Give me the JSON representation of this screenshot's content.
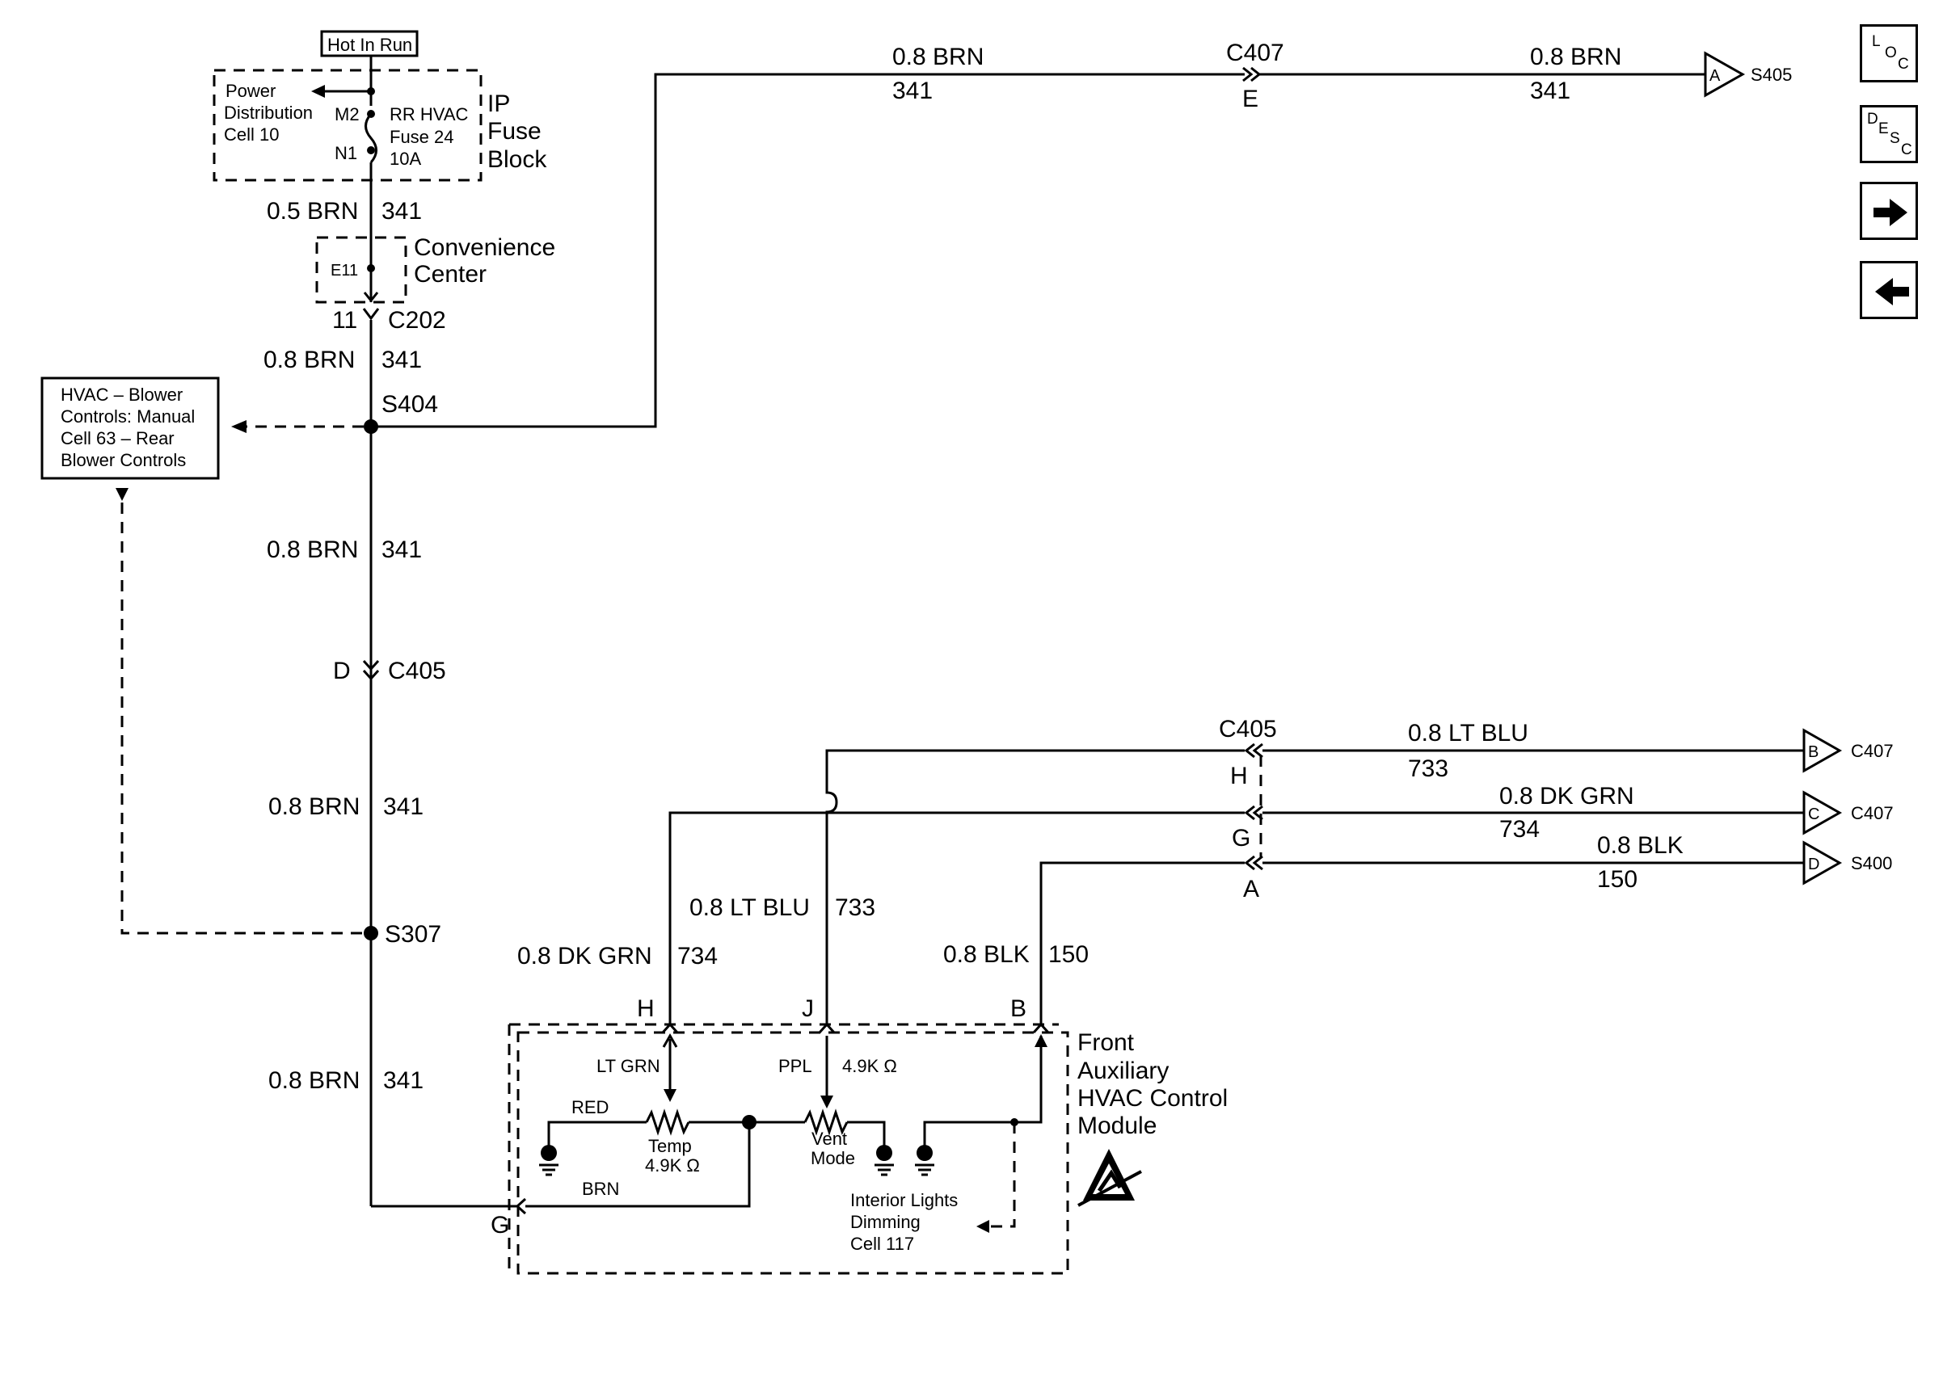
{
  "hot_in_run": "Hot In Run",
  "pdc": [
    "Power",
    "Distribution",
    "Cell 10"
  ],
  "fuse_pins": {
    "top": "M2",
    "bottom": "N1"
  },
  "fuse": [
    "RR HVAC",
    "Fuse  24",
    "10A"
  ],
  "fuse_block": [
    "IP",
    "Fuse",
    "Block"
  ],
  "conv_center": {
    "pin": "E11",
    "name": [
      "Convenience",
      "Center"
    ]
  },
  "c202": {
    "pin": "11",
    "name": "C202"
  },
  "splices": {
    "s404": "S404",
    "s307": "S307"
  },
  "c405_main": {
    "pin": "D",
    "name": "C405"
  },
  "wire_labels": {
    "w1": {
      "gauge": "0.5 BRN",
      "circuit": "341"
    },
    "w2": {
      "gauge": "0.8 BRN",
      "circuit": "341"
    },
    "w3": {
      "gauge": "0.8 BRN",
      "circuit": "341"
    },
    "w4": {
      "gauge": "0.8 BRN",
      "circuit": "341"
    },
    "w5": {
      "gauge": "0.8 BRN",
      "circuit": "341"
    },
    "top_left": {
      "gauge": "0.8 BRN",
      "circuit": "341"
    },
    "top_right": {
      "gauge": "0.8 BRN",
      "circuit": "341"
    },
    "lt_blu_right": {
      "gauge": "0.8 LT BLU",
      "circuit": "733"
    },
    "dk_grn_right": {
      "gauge": "0.8 DK GRN",
      "circuit": "734"
    },
    "blk_right": {
      "gauge": "0.8 BLK",
      "circuit": "150"
    },
    "dk_grn_down": {
      "gauge": "0.8 DK GRN",
      "circuit": "734"
    },
    "lt_blu_down": {
      "gauge": "0.8 LT BLU",
      "circuit": "733"
    },
    "blk_down": {
      "gauge": "0.8 BLK",
      "circuit": "150"
    }
  },
  "hvac_blower": [
    "HVAC – Blower",
    "Controls: Manual",
    "Cell 63  – Rear",
    "Blower Controls"
  ],
  "c407_top": {
    "name": "C407",
    "pin": "E"
  },
  "offpage": {
    "s405": {
      "letter": "A",
      "label": "S405"
    },
    "c407_b": {
      "letter": "B",
      "label": "C407"
    },
    "c407_c": {
      "letter": "C",
      "label": "C407"
    },
    "s400": {
      "letter": "D",
      "label": "S400"
    }
  },
  "c405_right": {
    "name": "C405",
    "pins": [
      "H",
      "G",
      "A"
    ]
  },
  "module": {
    "pins": {
      "h": "H",
      "j": "J",
      "b": "B",
      "g": "G"
    },
    "name": [
      "Front",
      "Auxiliary",
      "HVAC Control",
      "Module"
    ],
    "wires": {
      "lt_grn": "LT GRN",
      "ppl": "PPL",
      "red": "RED",
      "brn": "BRN"
    },
    "ppl_res": "4.9K Ω",
    "temp": [
      "Temp",
      "4.9K Ω"
    ],
    "vent": [
      "Vent",
      "Mode"
    ],
    "dimming": [
      "Interior Lights",
      "Dimming",
      "Cell 117"
    ]
  },
  "nav": {
    "loc": [
      "L",
      "O",
      "C"
    ],
    "desc": [
      "D",
      "E",
      "S",
      "C"
    ]
  }
}
